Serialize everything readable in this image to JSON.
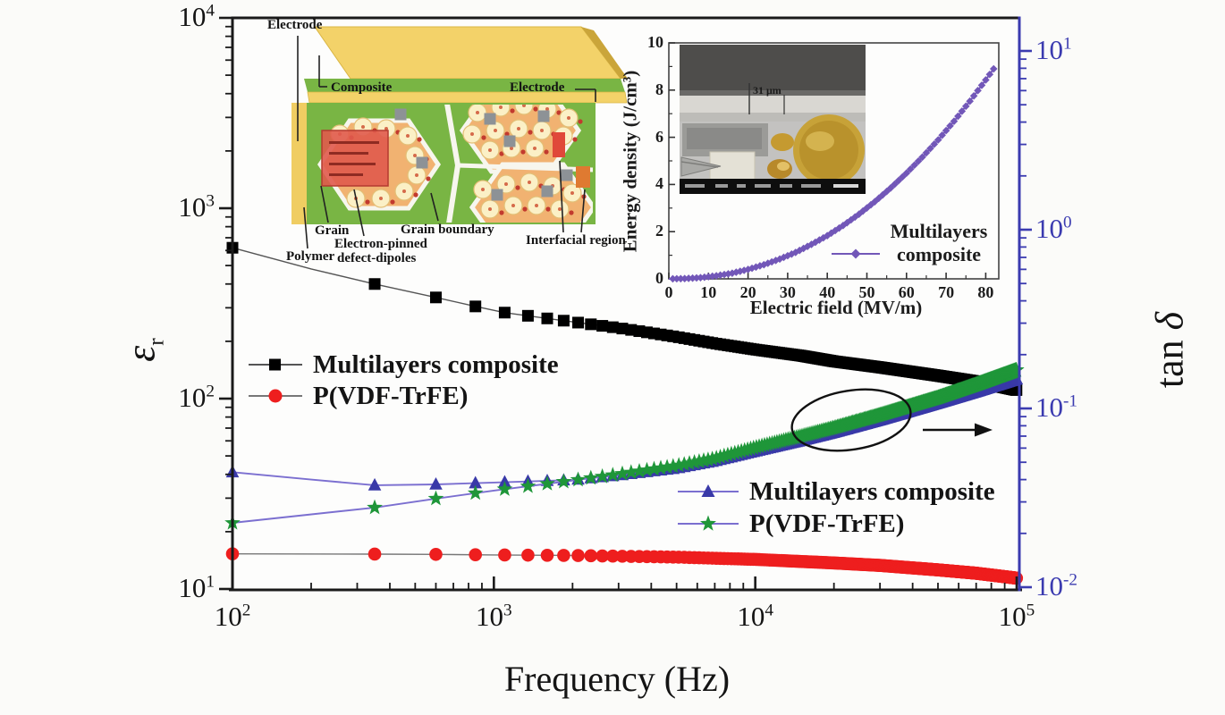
{
  "figure": {
    "sem_annotation": "31 μm"
  },
  "legend_left": {
    "items": [
      {
        "label": "Multilayers composite",
        "marker": "square",
        "color": "#000000"
      },
      {
        "label": "P(VDF-TrFE)",
        "marker": "circle",
        "color": "#ee1e1e"
      }
    ]
  },
  "legend_right": {
    "items": [
      {
        "label": "Multilayers composite",
        "marker": "triangle",
        "color": "#3939a8"
      },
      {
        "label": "P(VDF-TrFE)",
        "marker": "star",
        "color": "#1f9639"
      }
    ]
  },
  "schematic": {
    "labels": {
      "electrode_top": "Electrode",
      "composite": "Composite",
      "electrode_right": "Electrode",
      "grain": "Grain",
      "polymer": "Polymer",
      "epdd_line1": "Electron-pinned",
      "epdd_line2": "defect-dipoles",
      "grain_boundary": "Grain boundary",
      "interfacial_region": "Interfacial region"
    }
  },
  "chart_data": [
    {
      "type": "line",
      "title": "Dielectric spectra",
      "xlabel": "Frequency (Hz)",
      "x_scale": "log",
      "xlim": [
        100,
        100000
      ],
      "x_ticks": [
        "10^2",
        "10^3",
        "10^4",
        "10^5"
      ],
      "left_axis": {
        "label": "εr",
        "symbol": "ε",
        "subscript": "r",
        "scale": "log",
        "lim": [
          10,
          10000
        ],
        "ticks": [
          "10^1",
          "10^2",
          "10^3",
          "10^4"
        ],
        "tick_values": [
          10,
          100,
          1000,
          10000
        ],
        "color": "#141414"
      },
      "right_axis": {
        "label": "tan δ",
        "word": "tan",
        "symbol": "δ",
        "scale": "log",
        "lim": [
          0.01,
          15
        ],
        "ticks": [
          "10^-2",
          "10^-1",
          "10^0",
          "10^1"
        ],
        "tick_values": [
          0.01,
          0.1,
          1,
          10
        ],
        "color": "#3b3bb0"
      },
      "marker_sweep": {
        "start": 100,
        "step": 250,
        "end": 100000
      },
      "series": [
        {
          "name": "Multilayers composite",
          "axis": "left",
          "marker": "square",
          "color": "#000000",
          "line_color": "#555555",
          "points": [
            [
              100,
              620
            ],
            [
              200,
              480
            ],
            [
              350,
              400
            ],
            [
              600,
              340
            ],
            [
              850,
              305
            ],
            [
              1100,
              283
            ],
            [
              1500,
              267
            ],
            [
              2000,
              253
            ],
            [
              3000,
              235
            ],
            [
              5000,
              211
            ],
            [
              7000,
              195
            ],
            [
              10000,
              181
            ],
            [
              15000,
              168
            ],
            [
              20000,
              157
            ],
            [
              30000,
              146
            ],
            [
              50000,
              132
            ],
            [
              70000,
              123
            ],
            [
              100000,
              111
            ]
          ]
        },
        {
          "name": "P(VDF-TrFE)",
          "axis": "left",
          "marker": "circle",
          "color": "#ee1e1e",
          "line_color": "#777777",
          "points": [
            [
              100,
              15.3
            ],
            [
              350,
              15.25
            ],
            [
              600,
              15.2
            ],
            [
              1000,
              15.1
            ],
            [
              2000,
              15.0
            ],
            [
              5000,
              14.7
            ],
            [
              10000,
              14.3
            ],
            [
              20000,
              13.7
            ],
            [
              30000,
              13.3
            ],
            [
              50000,
              12.6
            ],
            [
              70000,
              12.1
            ],
            [
              100000,
              11.4
            ]
          ]
        },
        {
          "name": "Multilayers composite",
          "axis": "right",
          "marker": "triangle",
          "color": "#3939a8",
          "line_color": "#7b6fd0",
          "points": [
            [
              100,
              0.044
            ],
            [
              200,
              0.04
            ],
            [
              350,
              0.0372
            ],
            [
              600,
              0.0376
            ],
            [
              1000,
              0.0385
            ],
            [
              2000,
              0.0398
            ],
            [
              3000,
              0.0422
            ],
            [
              5000,
              0.0462
            ],
            [
              7000,
              0.0507
            ],
            [
              10000,
              0.0575
            ],
            [
              15000,
              0.066
            ],
            [
              20000,
              0.0733
            ],
            [
              30000,
              0.0861
            ],
            [
              50000,
              0.107
            ],
            [
              70000,
              0.124
            ],
            [
              100000,
              0.146
            ]
          ]
        },
        {
          "name": "P(VDF-TrFE)",
          "axis": "right",
          "marker": "star",
          "color": "#1f9639",
          "line_color": "#7b6fd0",
          "points": [
            [
              100,
              0.0229
            ],
            [
              350,
              0.0279
            ],
            [
              600,
              0.0313
            ],
            [
              1000,
              0.0347
            ],
            [
              2000,
              0.0395
            ],
            [
              3000,
              0.0428
            ],
            [
              5000,
              0.0478
            ],
            [
              7000,
              0.0525
            ],
            [
              10000,
              0.0605
            ],
            [
              15000,
              0.07
            ],
            [
              20000,
              0.078
            ],
            [
              30000,
              0.092
            ],
            [
              50000,
              0.115
            ],
            [
              70000,
              0.136
            ],
            [
              100000,
              0.164
            ]
          ]
        }
      ],
      "annotations": {
        "ellipse": {
          "meaning": "highlight of overlapping tan δ curves",
          "freq_center": 22000,
          "tan_delta_center": 0.09
        },
        "arrow": {
          "meaning": "refers highlighted curves to right axis",
          "direction": "right"
        }
      }
    },
    {
      "type": "line",
      "title": "Energy density inset",
      "xlabel": "Electric field (MV/m)",
      "ylabel": "Energy density (J/cm³)",
      "xlim": [
        0,
        85
      ],
      "ylim": [
        0,
        10
      ],
      "x_ticks": [
        0,
        10,
        20,
        30,
        40,
        50,
        60,
        70,
        80
      ],
      "y_ticks": [
        0,
        2,
        4,
        6,
        8,
        10
      ],
      "series": [
        {
          "name": "Multilayers composite",
          "marker": "diamond",
          "color": "#7257b8",
          "points": [
            [
              0,
              0
            ],
            [
              4,
              0.01
            ],
            [
              8,
              0.05
            ],
            [
              12,
              0.13
            ],
            [
              16,
              0.24
            ],
            [
              20,
              0.4
            ],
            [
              24,
              0.6
            ],
            [
              28,
              0.84
            ],
            [
              32,
              1.12
            ],
            [
              36,
              1.46
            ],
            [
              40,
              1.83
            ],
            [
              44,
              2.26
            ],
            [
              48,
              2.74
            ],
            [
              52,
              3.27
            ],
            [
              56,
              3.85
            ],
            [
              60,
              4.48
            ],
            [
              64,
              5.16
            ],
            [
              68,
              5.89
            ],
            [
              72,
              6.68
            ],
            [
              76,
              7.53
            ],
            [
              80,
              8.43
            ],
            [
              82,
              8.9
            ]
          ]
        }
      ]
    }
  ]
}
